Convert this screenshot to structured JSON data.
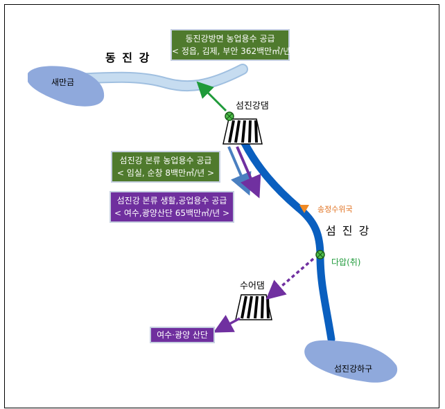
{
  "rivers": {
    "dongjin": "동 진 강",
    "seomjin": "섬 진 강"
  },
  "places": {
    "saemangeum": "새만금",
    "seomjin_dam": "섬진강댐",
    "sueo_dam": "수어댐",
    "seomjin_estuary": "섬진강하구",
    "songjeong": "송정수위국",
    "daap": "다압(취)"
  },
  "boxes": {
    "dongjin_supply": {
      "line1": "동진강방면 농업용수 공급",
      "line2": "< 정읍, 김제, 부안 362백만㎥/년 >"
    },
    "main_agri": {
      "line1": "섬진강 본류 농업용수 공급",
      "line2": "< 임실, 순창 8백만㎥/년 >"
    },
    "main_domestic": {
      "line1": "섬진강 본류 생활,공업용수 공급",
      "line2": "< 여수,광양산단 65백만㎥/년 >"
    },
    "yeosu": {
      "line1": "여수·광양 산단"
    }
  },
  "colors": {
    "green_box": "#4f7a2d",
    "purple_box": "#6f2f9e",
    "river_blue": "#0a5fbf",
    "lake": "#8fa9dc",
    "dongjin_river": "#c6dcf0",
    "arrow_green": "#1f9a3a",
    "arrow_blue": "#4a7fc0",
    "arrow_purple": "#7030a0",
    "songjeong_marker": "#f08a24"
  }
}
